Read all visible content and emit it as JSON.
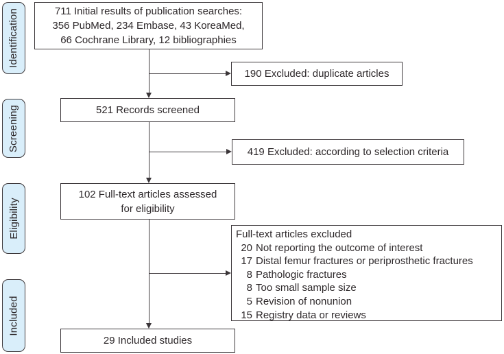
{
  "diagram": {
    "stages": [
      {
        "label": "Identification"
      },
      {
        "label": "Screening"
      },
      {
        "label": "Eligibility"
      },
      {
        "label": "Included"
      }
    ],
    "boxes": {
      "initial": {
        "lines": [
          "711 Initial results of publication searches:",
          "356 PubMed, 234 Embase, 43 KoreaMed,",
          "66 Cochrane Library, 12 bibliographies"
        ]
      },
      "duplicates_excluded": {
        "text": "190 Excluded: duplicate articles"
      },
      "records_screened": {
        "text": "521 Records screened"
      },
      "selection_excluded": {
        "text": "419 Excluded: according to selection criteria"
      },
      "fulltext_assessed": {
        "lines": [
          "102 Full-text articles assessed",
          "for eligibility"
        ]
      },
      "fulltext_excluded": {
        "title": "Full-text articles excluded",
        "items": [
          {
            "count": "20",
            "reason": "Not reporting the outcome of interest"
          },
          {
            "count": "17",
            "reason": "Distal femur fractures or periprosthetic fractures"
          },
          {
            "count": "8",
            "reason": "Pathologic fractures"
          },
          {
            "count": "8",
            "reason": "Too small sample size"
          },
          {
            "count": "5",
            "reason": "Revision of nonunion"
          },
          {
            "count": "15",
            "reason": "Registry data or reviews"
          }
        ]
      },
      "included_studies": {
        "text": "29 Included studies"
      }
    },
    "colors": {
      "stage_fill": "#d9eefa",
      "line": "#3b3639",
      "ink": "#2d282a"
    }
  }
}
